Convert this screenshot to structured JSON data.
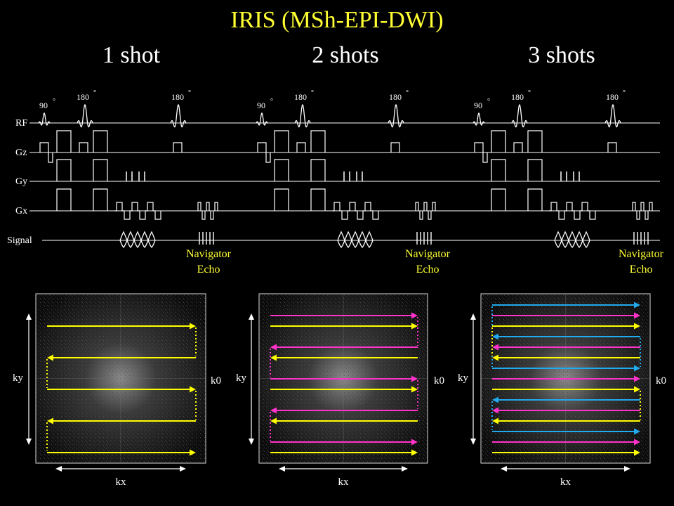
{
  "title": "IRIS (MSh-EPI-DWI)",
  "columns": [
    {
      "label": "1 shot"
    },
    {
      "label": "2 shots"
    },
    {
      "label": "3 shots"
    }
  ],
  "sequence": {
    "row_labels": [
      "RF",
      "Gz",
      "Gy",
      "Gx",
      "Signal"
    ],
    "pulse_labels": [
      "90",
      "180",
      "180"
    ],
    "degree_symbol": "°",
    "navigator_label_line1": "Navigator",
    "navigator_label_line2": "Echo"
  },
  "kspace": {
    "kx_label": "kx",
    "ky_label": "ky",
    "k0_label": "k0"
  },
  "colors": {
    "title": "#ffff33",
    "shot1": "#ffff00",
    "shot2": "#ff33cc",
    "shot3": "#22aaee",
    "navigator": "#ffff33"
  }
}
